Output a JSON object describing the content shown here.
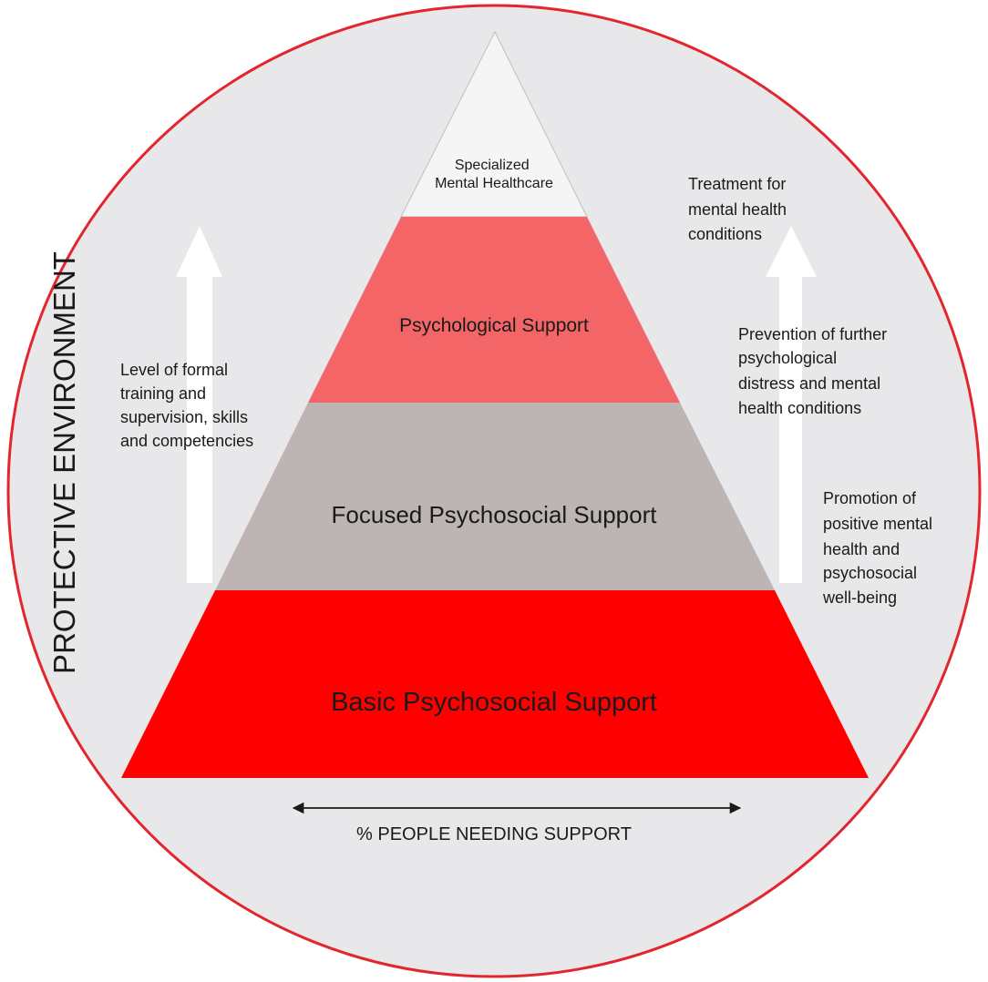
{
  "colors": {
    "circle_fill": "#e8e7e9",
    "circle_stroke": "#e3262e",
    "tier_top": "#f6f5f6",
    "tier_psychological": "#f36567",
    "tier_focused": "#bdb5b4",
    "tier_basic": "#ff0000",
    "arrow": "#ffffff",
    "text": "#1a1a1a"
  },
  "environment_label": "PROTECTIVE ENVIRONMENT",
  "pyramid": {
    "tiers": [
      {
        "lines": [
          "Specialized",
          "Mental Healthcare"
        ]
      },
      {
        "lines": [
          "Psychological Support"
        ]
      },
      {
        "lines": [
          "Focused Psychosocial Support"
        ]
      },
      {
        "lines": [
          "Basic Psychosocial Support"
        ]
      }
    ]
  },
  "left_arrow_caption": [
    "Level of formal",
    "training and",
    "supervision, skills",
    "and competencies"
  ],
  "right_captions": {
    "treatment": [
      "Treatment for",
      "mental health",
      "conditions"
    ],
    "prevention": [
      "Prevention of further",
      "psychological",
      "distress and mental",
      "health conditions"
    ],
    "promotion": [
      "Promotion of",
      "positive mental",
      "health and",
      "psychosocial",
      "well-being"
    ]
  },
  "bottom_axis_label": "% PEOPLE NEEDING SUPPORT",
  "icons": {
    "left_arrow": "up-arrow-icon",
    "right_arrow": "up-arrow-icon",
    "bottom_arrow": "double-arrow-icon"
  }
}
